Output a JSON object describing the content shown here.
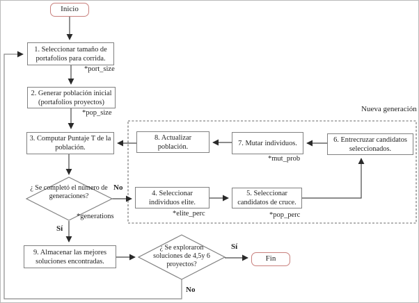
{
  "diagram": {
    "type": "flowchart",
    "language": "es",
    "region": {
      "title": "Nueva generación"
    },
    "colors": {
      "terminal_border": "#c87f7c",
      "process_border": "#808080",
      "dashed_region_border": "#666666",
      "connector": "#474747",
      "feedback_connector": "#8a8a8a",
      "text": "#1f1f1f",
      "background": "#ffffff"
    },
    "nodes": {
      "inicio": {
        "label": "Inicio",
        "shape": "terminal"
      },
      "n1": {
        "label": "1. Seleccionar tamaño de portafolios para corrida.",
        "param": "*port_size",
        "shape": "process"
      },
      "n2": {
        "label": "2. Generar población inicial (portafolios proyectos)",
        "param": "*pop_size",
        "shape": "process"
      },
      "n3": {
        "label": "3. Computar Puntaje T de la población.",
        "shape": "process"
      },
      "d1": {
        "label": "¿ Se completó el número de generaciones?",
        "param": "*generations",
        "shape": "decision"
      },
      "n4": {
        "label": "4. Seleccionar individuos elite.",
        "param": "*elite_perc",
        "shape": "process"
      },
      "n5": {
        "label": "5. Seleccionar candidatos de cruce.",
        "param": "*pop_perc",
        "shape": "process"
      },
      "n6": {
        "label": "6. Entrecruzar candidatos seleccionados.",
        "shape": "process"
      },
      "n7": {
        "label": "7. Mutar individuos.",
        "param": "*mut_prob",
        "shape": "process"
      },
      "n8": {
        "label": "8. Actualizar población.",
        "shape": "process"
      },
      "n9": {
        "label": "9. Almacenar las mejores soluciones encontradas.",
        "shape": "process"
      },
      "d2": {
        "label": "¿ Se exploraron soluciones de 4,5y 6 proyectos?",
        "shape": "decision"
      },
      "fin": {
        "label": "Fin",
        "shape": "terminal"
      }
    },
    "edge_labels": {
      "d1_no": "No",
      "d1_si": "Sí",
      "d2_si": "Sí",
      "d2_no": "No"
    }
  }
}
